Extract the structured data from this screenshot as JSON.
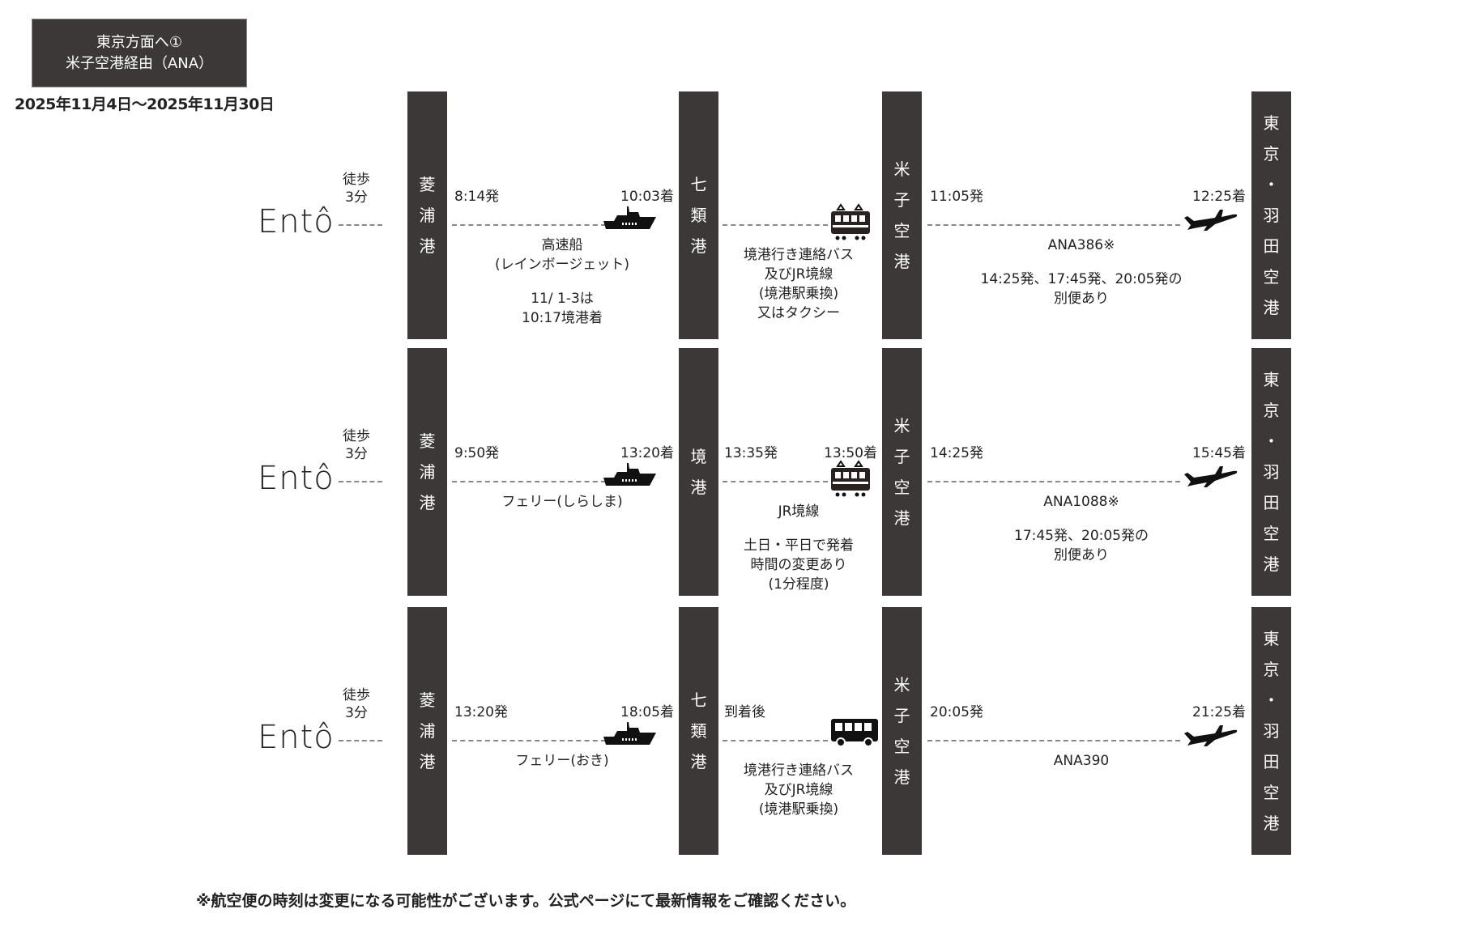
{
  "header": {
    "title_line1": "東京方面へ①",
    "title_line2": "米子空港経由（ANA）",
    "date_range": "2025年11月4日～2025年11月30日"
  },
  "logo": "Entô",
  "walk": {
    "line1": "徒歩",
    "line2": "3分"
  },
  "rows": [
    {
      "stations": [
        [
          "菱",
          "浦",
          "港"
        ],
        [
          "七",
          "類",
          "港"
        ],
        [
          "米",
          "子",
          "空",
          "港"
        ],
        [
          "東",
          "京",
          "・",
          "羽",
          "田",
          "空",
          "港"
        ]
      ],
      "seg1": {
        "dep": "8:14発",
        "arr": "10:03着",
        "icon": "ship-icon",
        "notes": [
          "高速船",
          "(レインボージェット)",
          "",
          "11/ 1-3は",
          "10:17境港着"
        ]
      },
      "seg2": {
        "dep": "",
        "arr": "",
        "icon": "train-icon",
        "notes": [
          "境港行き連絡バス",
          "及びJR境線",
          "(境港駅乗換)",
          "又はタクシー"
        ]
      },
      "seg3": {
        "dep": "11:05発",
        "arr": "12:25着",
        "icon": "plane-icon",
        "notes": [
          "ANA386※",
          "",
          "14:25発、17:45発、20:05発の",
          "別便あり"
        ]
      }
    },
    {
      "stations": [
        [
          "菱",
          "浦",
          "港"
        ],
        [
          "境",
          "港"
        ],
        [
          "米",
          "子",
          "空",
          "港"
        ],
        [
          "東",
          "京",
          "・",
          "羽",
          "田",
          "空",
          "港"
        ]
      ],
      "seg1": {
        "dep": "9:50発",
        "arr": "13:20着",
        "icon": "ship-icon",
        "notes": [
          "フェリー(しらしま)"
        ]
      },
      "seg2": {
        "dep": "13:35発",
        "arr": "13:50着",
        "icon": "train-icon",
        "notes": [
          "JR境線",
          "",
          "土日・平日で発着",
          "時間の変更あり",
          "(1分程度)"
        ]
      },
      "seg3": {
        "dep": "14:25発",
        "arr": "15:45着",
        "icon": "plane-icon",
        "notes": [
          "ANA1088※",
          "",
          "17:45発、20:05発の",
          "別便あり"
        ]
      }
    },
    {
      "stations": [
        [
          "菱",
          "浦",
          "港"
        ],
        [
          "七",
          "類",
          "港"
        ],
        [
          "米",
          "子",
          "空",
          "港"
        ],
        [
          "東",
          "京",
          "・",
          "羽",
          "田",
          "空",
          "港"
        ]
      ],
      "seg1": {
        "dep": "13:20発",
        "arr": "18:05着",
        "icon": "ship-icon",
        "notes": [
          "フェリー(おき)"
        ]
      },
      "seg2": {
        "dep": "到着後",
        "arr": "",
        "icon": "bus-icon",
        "notes": [
          "境港行き連絡バス",
          "及びJR境線",
          "(境港駅乗換)"
        ]
      },
      "seg3": {
        "dep": "20:05発",
        "arr": "21:25着",
        "icon": "plane-icon",
        "notes": [
          "ANA390"
        ]
      }
    }
  ],
  "footer": "※航空便の時刻は変更になる可能性がございます。公式ページにて最新情報をご確認ください。"
}
